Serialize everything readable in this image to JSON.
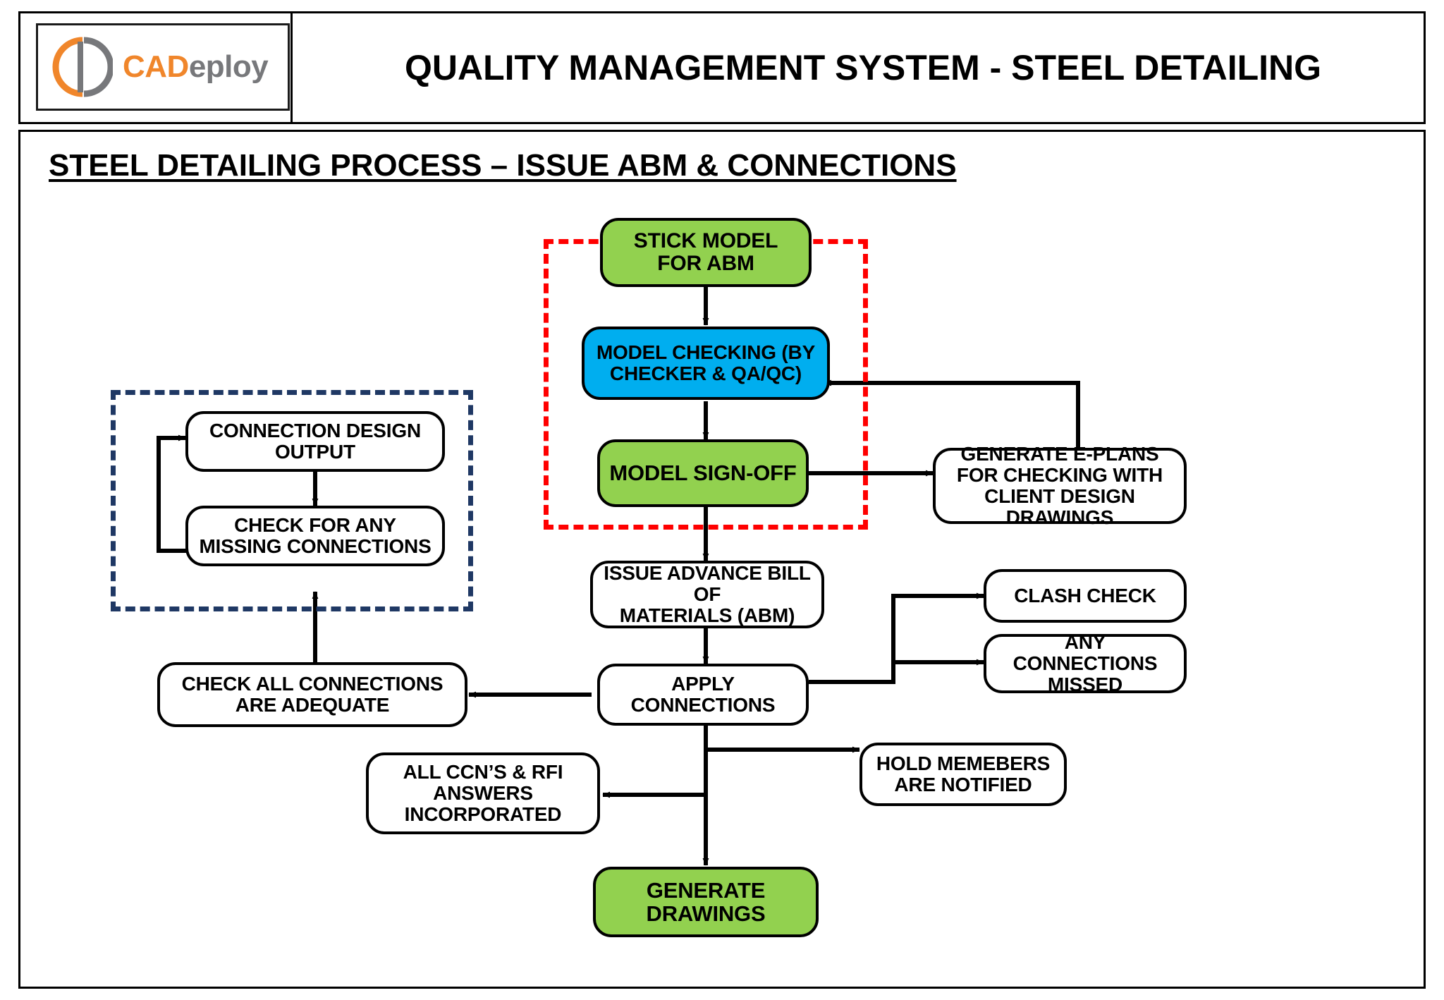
{
  "header": {
    "logo": {
      "name": "cadeploy-logo",
      "text_cad": "CAD",
      "text_eploy": "eploy",
      "colors": {
        "orange": "#F0862B",
        "gray": "#77787B"
      }
    },
    "title": "QUALITY MANAGEMENT SYSTEM - STEEL DETAILING"
  },
  "section": {
    "title": "STEEL DETAILING PROCESS – ISSUE ABM & CONNECTIONS"
  },
  "colors": {
    "green": "#92D14F",
    "blue": "#00AEEF",
    "red_dashed": "#FF0000",
    "navy_dashed": "#1F3864",
    "node_border": "#000000"
  },
  "zones": [
    {
      "name": "red-dashed-zone",
      "label": ""
    },
    {
      "name": "navy-dashed-zone",
      "label": ""
    }
  ],
  "nodes": {
    "stick_model": "STICK MODEL\nFOR ABM",
    "stick_model_l1": "STICK MODEL",
    "stick_model_l2": "FOR ABM",
    "model_checking_l1": "MODEL CHECKING (BY",
    "model_checking_l2": "CHECKER & QA/QC)",
    "model_signoff": "MODEL SIGN-OFF",
    "generate_eplans_l1": "GENERATE E-PLANS",
    "generate_eplans_l2": "FOR CHECKING WITH",
    "generate_eplans_l3": "CLIENT DESIGN",
    "generate_eplans_l4": "DRAWINGS",
    "issue_abm_l1": "ISSUE ADVANCE BILL OF",
    "issue_abm_l2": "MATERIALS (ABM)",
    "clash_check": "CLASH CHECK",
    "any_connections_l1": "ANY",
    "any_connections_l2": "CONNECTIONS",
    "any_connections_l3": "MISSED",
    "connection_design_l1": "CONNECTION DESIGN",
    "connection_design_l2": "OUTPUT",
    "check_missing_l1": "CHECK FOR ANY",
    "check_missing_l2": "MISSING CONNECTIONS",
    "check_all_l1": "CHECK ALL CONNECTIONS",
    "check_all_l2": "ARE ADEQUATE",
    "apply_connections_l1": "APPLY",
    "apply_connections_l2": "CONNECTIONS",
    "hold_members_l1": "HOLD MEMEBERS",
    "hold_members_l2": "ARE NOTIFIED",
    "all_ccns_l1": "ALL CCN’S & RFI",
    "all_ccns_l2": "ANSWERS",
    "all_ccns_l3": "INCORPORATED",
    "generate_drawings_l1": "GENERATE",
    "generate_drawings_l2": "DRAWINGS"
  }
}
